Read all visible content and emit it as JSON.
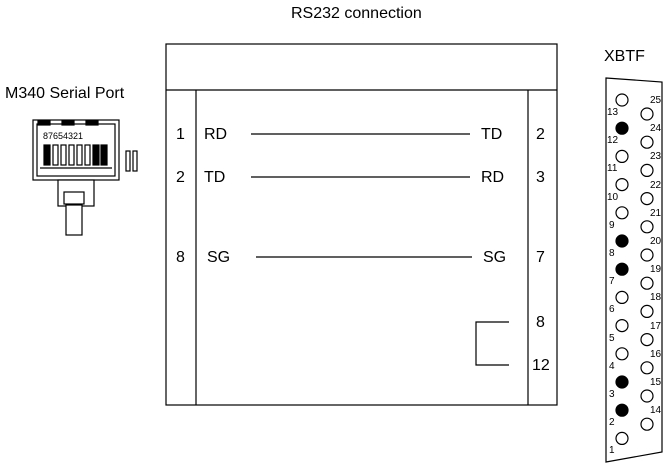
{
  "title": "RS232 connection",
  "left_device": {
    "label": "M340 Serial Port",
    "pin_digits": "87654321"
  },
  "right_device": {
    "label": "XBTF",
    "pins_upper_row": [
      "13",
      "12",
      "11",
      "10",
      "9",
      "8",
      "7",
      "6",
      "5",
      "4",
      "3",
      "2",
      "1"
    ],
    "pins_lower_row": [
      "25",
      "24",
      "23",
      "22",
      "21",
      "20",
      "19",
      "18",
      "17",
      "16",
      "15",
      "14"
    ]
  },
  "wiring": {
    "left_pins": [
      "1",
      "2",
      "8"
    ],
    "right_pins": [
      "2",
      "3",
      "7",
      "8",
      "12"
    ],
    "connections": [
      {
        "from_pin": "1",
        "from_signal": "RD",
        "to_signal": "TD",
        "to_pin": "2"
      },
      {
        "from_pin": "2",
        "from_signal": "TD",
        "to_signal": "RD",
        "to_pin": "3"
      },
      {
        "from_pin": "8",
        "from_signal": "SG",
        "to_signal": "SG",
        "to_pin": "7"
      }
    ],
    "bridged_pins": [
      "8",
      "12"
    ]
  }
}
